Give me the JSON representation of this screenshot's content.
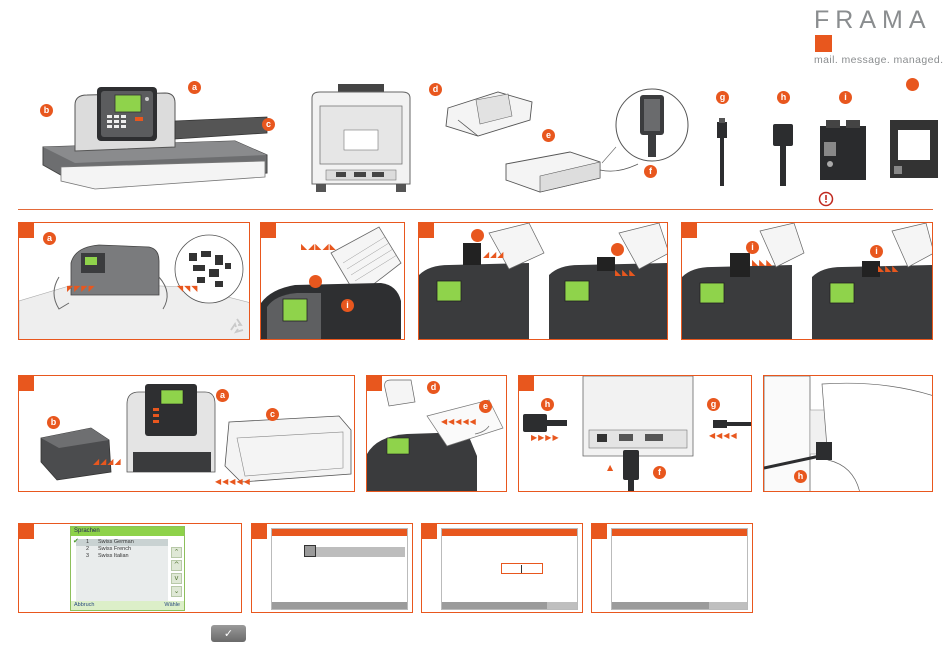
{
  "brand": {
    "logo_text": "FRAMA",
    "tagline": "mail. message. managed.",
    "accent_color": "#e8571e"
  },
  "labels": {
    "a": "a",
    "b": "b",
    "c": "c",
    "d": "d",
    "e": "e",
    "f": "f",
    "g": "g",
    "h": "h",
    "i": "i"
  },
  "warning_icon": "exclamation-circle-icon",
  "recycle_icon": "recycle-icon",
  "screen_language": {
    "title": "Sprachen",
    "items": [
      {
        "num": "1",
        "text": "Swiss German",
        "checked": true
      },
      {
        "num": "2",
        "text": "Swiss French",
        "checked": false
      },
      {
        "num": "3",
        "text": "Swiss Italian",
        "checked": false
      }
    ],
    "cancel_label": "Abbruch",
    "select_label": "Wähle"
  },
  "confirm_button": {
    "icon": "checkmark-icon",
    "label": "✓"
  }
}
